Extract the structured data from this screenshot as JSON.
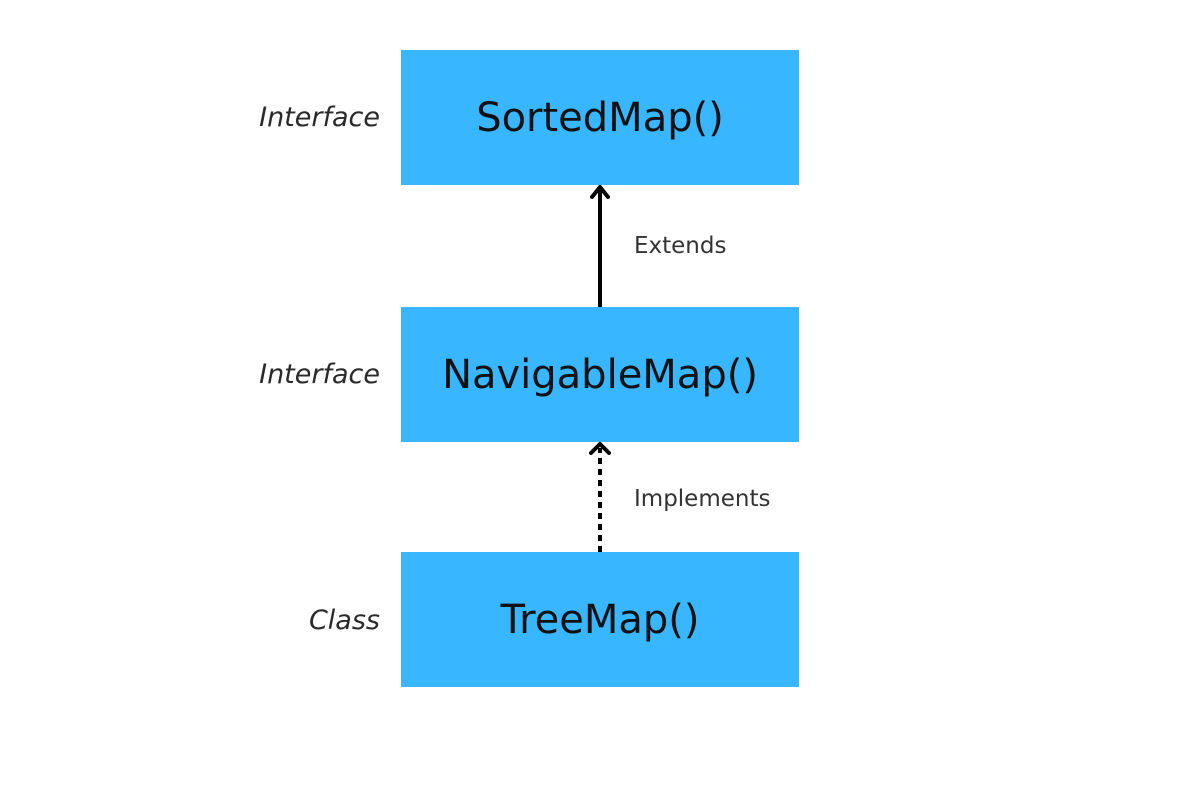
{
  "colors": {
    "box_fill": "#38b6ff",
    "arrow": "#000000",
    "background": "#ffffff"
  },
  "nodes": [
    {
      "id": "sortedmap",
      "name": "SortedMap()",
      "kind": "Interface"
    },
    {
      "id": "navigablemap",
      "name": "NavigableMap()",
      "kind": "Interface"
    },
    {
      "id": "treemap",
      "name": "TreeMap()",
      "kind": "Class"
    }
  ],
  "edges": [
    {
      "from": "navigablemap",
      "to": "sortedmap",
      "label": "Extends",
      "style": "solid"
    },
    {
      "from": "treemap",
      "to": "navigablemap",
      "label": "Implements",
      "style": "dashed"
    }
  ]
}
